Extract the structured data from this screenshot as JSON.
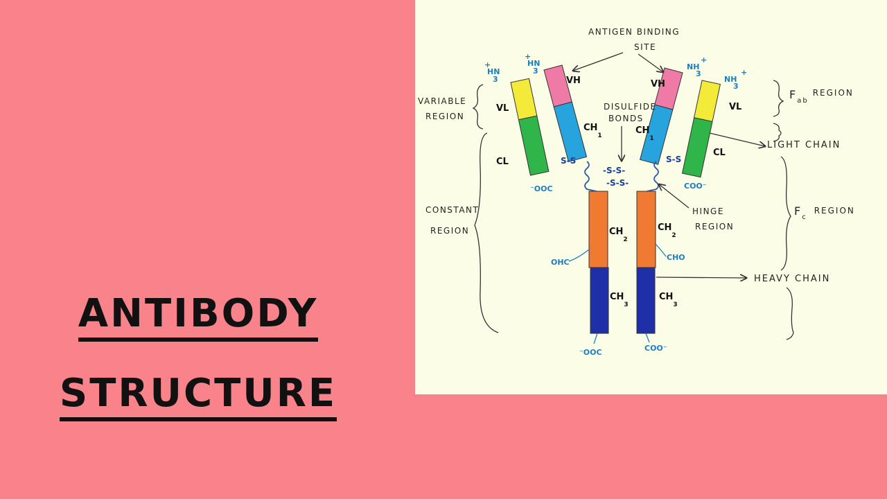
{
  "title": {
    "line1": "ANTIBODY",
    "line2": "STRUCTURE"
  },
  "colors": {
    "background": "#f8838a",
    "paper": "#fbfde6",
    "vl": "#f3ea3a",
    "cl": "#2fb54a",
    "vh": "#ee7aa5",
    "ch1": "#27a3dd",
    "ch2": "#f07a31",
    "ch3": "#1f2fa8",
    "terminal_text": "#1a7fc0"
  },
  "diagram": {
    "antigen_binding_site": "ANTIGEN BINDING",
    "antigen_binding_site_2": "SITE",
    "disulfide_bonds": "DISULFIDE",
    "disulfide_bonds_2": "BONDS",
    "variable_region": "VARIABLE",
    "variable_region_2": "REGION",
    "constant_region": "CONSTANT",
    "constant_region_2": "REGION",
    "hinge_region": "HINGE",
    "hinge_region_2": "REGION",
    "fab_region_f": "F",
    "fab_region_sub": "ab",
    "fab_region_word": "REGION",
    "fc_region_f": "F",
    "fc_region_sub": "c",
    "fc_region_word": "REGION",
    "light_chain": "LIGHT CHAIN",
    "heavy_chain": "HEAVY CHAIN",
    "domains": {
      "vl": "VL",
      "vh": "VH",
      "cl": "CL",
      "ch1": "CH",
      "ch1_sub": "1",
      "ch2": "CH",
      "ch2_sub": "2",
      "ch3": "CH",
      "ch3_sub": "3"
    },
    "terminals": {
      "hn": "HN",
      "nh": "NH",
      "three": "3",
      "plus": "+",
      "ooc": "⁻OOC",
      "coo": "COO⁻",
      "ohc": "OHC",
      "cho": "CHO"
    },
    "disulfide": {
      "ss": "-S-S-",
      "ss_short": "-S-S-",
      "s_left": "S-S",
      "s_right": "S-S"
    }
  }
}
